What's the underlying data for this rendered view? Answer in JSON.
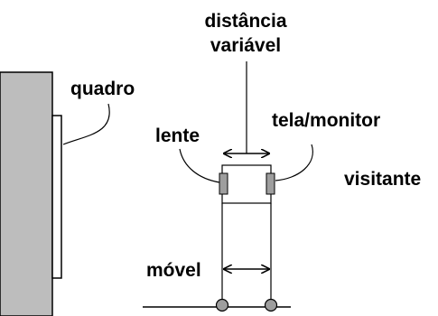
{
  "labels": {
    "distance_line1": "distância",
    "distance_line2": "variável",
    "frame": "quadro",
    "lens": "lente",
    "screen": "tela/monitor",
    "visitor": "visitante",
    "furniture": "móvel"
  },
  "colors": {
    "wall_fill": "#bdbdbd",
    "component_fill": "#9e9e9e",
    "line": "#000000",
    "background": "#ffffff"
  }
}
